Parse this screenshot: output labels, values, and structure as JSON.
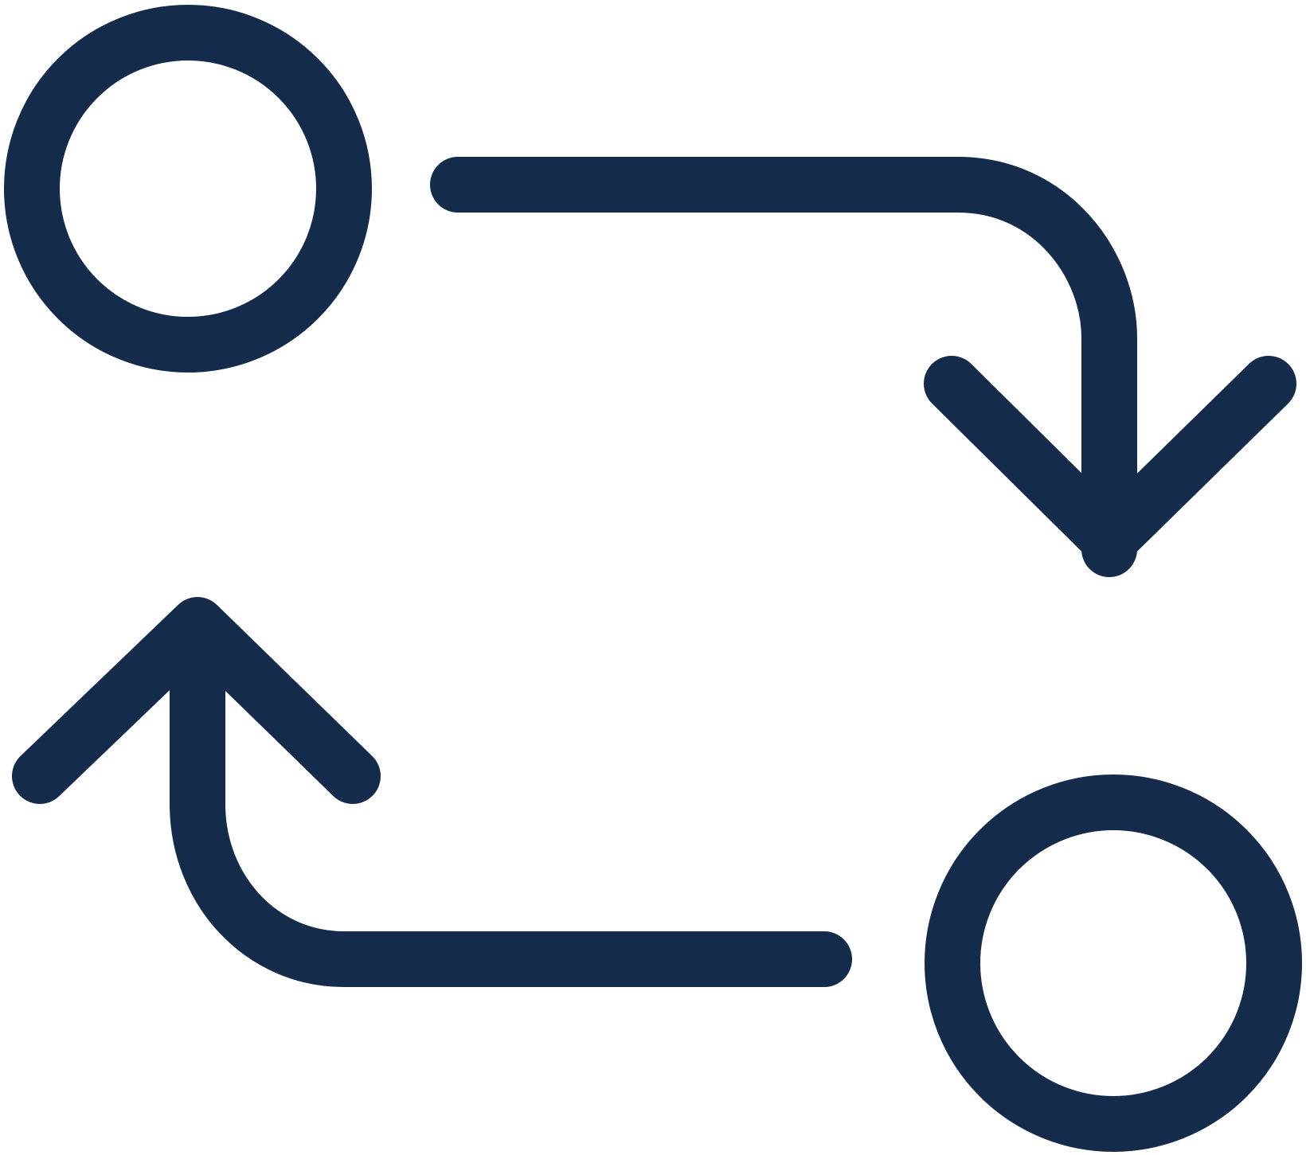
{
  "icon": {
    "name": "swap-flow-icon",
    "color": "#152b4b",
    "background": "#ffffff",
    "parts": [
      "top-left-circle",
      "right-down-arrow",
      "up-left-arrow",
      "bottom-right-circle"
    ]
  }
}
